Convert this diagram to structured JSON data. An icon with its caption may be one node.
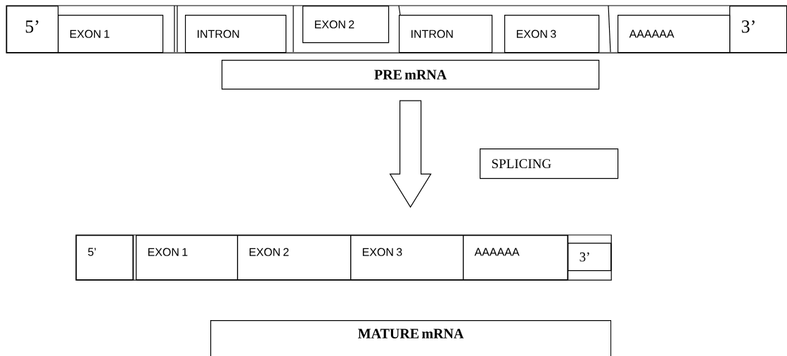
{
  "diagram": {
    "nodes": [
      {
        "text": [],
        "shape": "box"
      },
      {
        "text": [
          "5’"
        ],
        "in": 0
      },
      {
        "text": [
          "EXON 1"
        ],
        "in": 0
      },
      {
        "text": [
          "INTRON"
        ],
        "in": 0
      },
      {
        "text": [
          "EXON 2"
        ],
        "in": 0
      },
      {
        "text": [
          "INTRON"
        ],
        "in": 0
      },
      {
        "text": [
          "EXON 3"
        ],
        "in": 0
      },
      {
        "text": [
          "AAAAAA"
        ],
        "in": 0
      },
      {
        "text": [
          "3’"
        ],
        "in": 0
      },
      {
        "text": [
          "PRE mRNA"
        ]
      },
      {
        "text": [
          "SPLICING"
        ]
      },
      {
        "text": [],
        "shape": "box"
      },
      {
        "text": [
          "5’"
        ],
        "in": 11
      },
      {
        "text": [
          "EXON 1"
        ],
        "in": 11
      },
      {
        "text": [
          "EXON 2"
        ],
        "in": 11
      },
      {
        "text": [
          "EXON 3"
        ],
        "in": 11
      },
      {
        "text": [
          "AAAAAA"
        ],
        "in": 11
      },
      {
        "text": [
          "3’"
        ],
        "in": 11
      },
      {
        "text": [
          "MATURE mRNA"
        ]
      }
    ],
    "edges": [
      {
        "from": 9,
        "to": 11,
        "arrow": "to"
      }
    ]
  }
}
